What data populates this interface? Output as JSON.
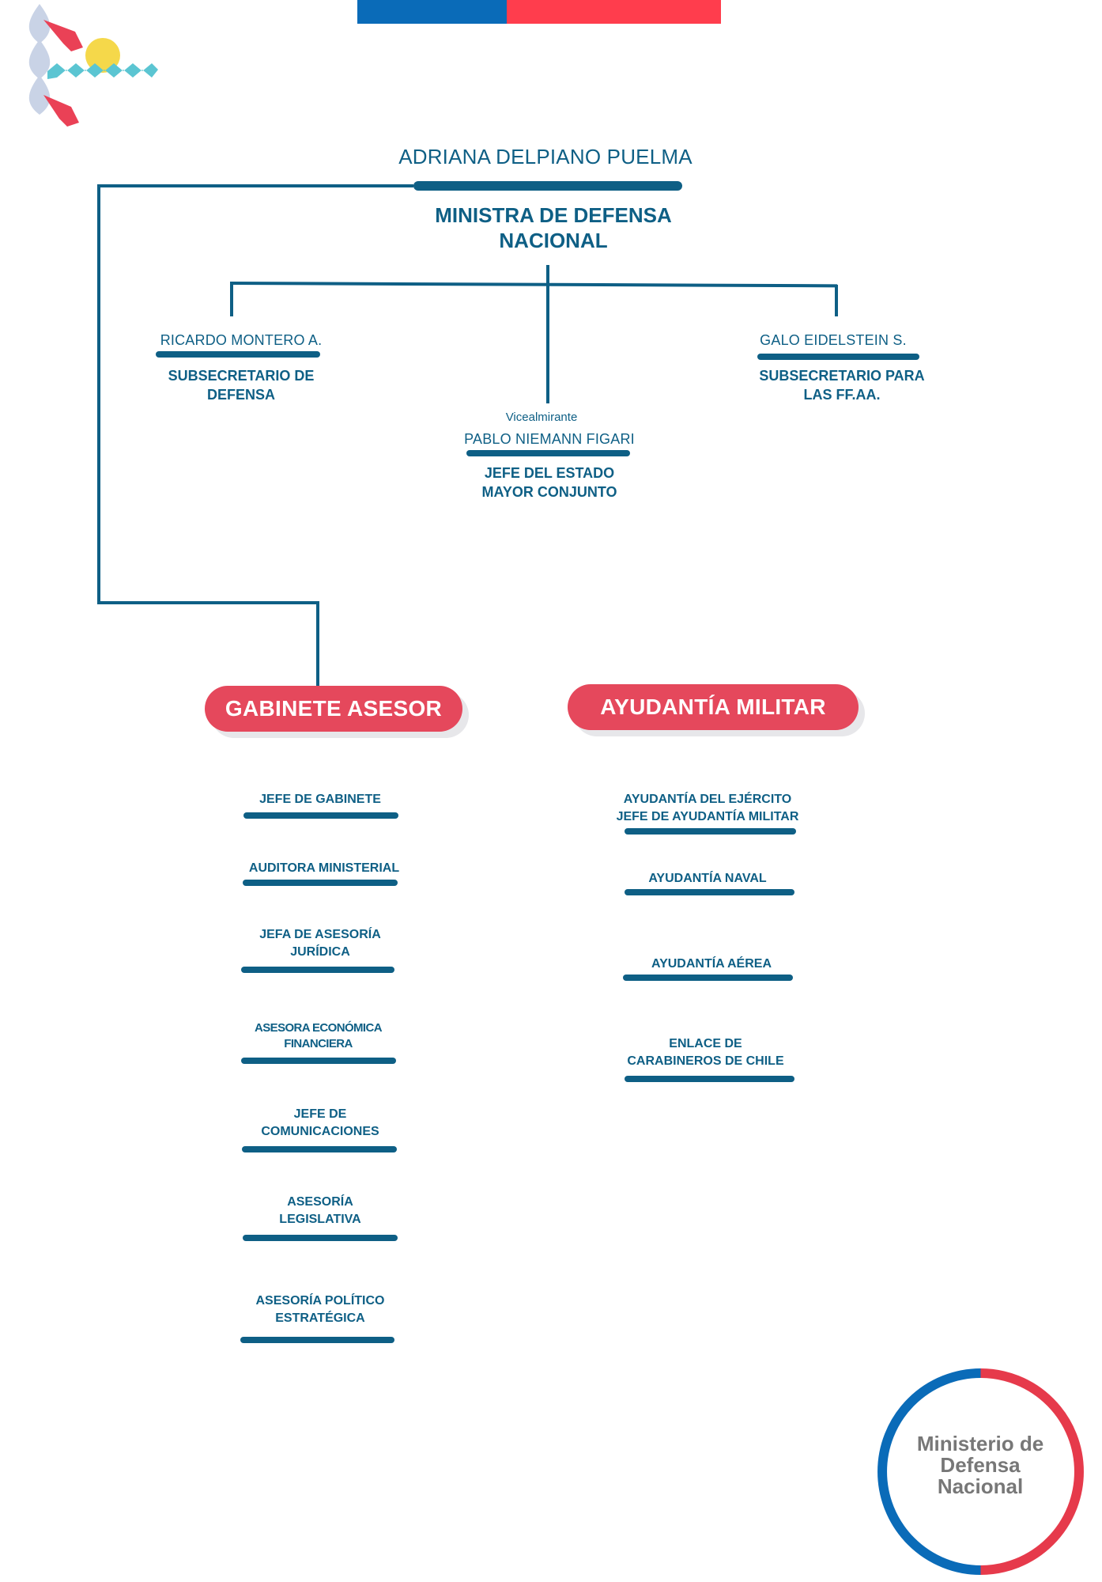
{
  "colors": {
    "accent_blue": "#0e5f85",
    "pill_red": "#e5485c",
    "flag_blue": "#0a6bb8",
    "flag_red": "#ff3d4d",
    "logo_gray": "#777777"
  },
  "minister": {
    "name": "ADRIANA DELPIANO PUELMA",
    "role_line1": "MINISTRA DE DEFENSA",
    "role_line2": "NACIONAL"
  },
  "sub_defensa": {
    "name": "RICARDO MONTERO A.",
    "role_line1": "SUBSECRETARIO DE",
    "role_line2": "DEFENSA"
  },
  "sub_ffaa": {
    "name": "GALO EIDELSTEIN S.",
    "role_line1": "SUBSECRETARIO PARA",
    "role_line2": "LAS FF.AA."
  },
  "jefe_estado_mayor": {
    "rank": "Vicealmirante",
    "name": "PABLO NIEMANN FIGARI",
    "role_line1": "JEFE DEL ESTADO",
    "role_line2": "MAYOR CONJUNTO"
  },
  "gabinete": {
    "title": "GABINETE ASESOR",
    "items": [
      {
        "line1": "JEFE DE GABINETE",
        "line2": ""
      },
      {
        "line1": "AUDITORA MINISTERIAL",
        "line2": ""
      },
      {
        "line1": "JEFA DE ASESORÍA",
        "line2": "JURÍDICA"
      },
      {
        "line1": "ASESORA ECONÓMICA",
        "line2": "FINANCIERA"
      },
      {
        "line1": "JEFE DE",
        "line2": "COMUNICACIONES"
      },
      {
        "line1": "ASESORÍA",
        "line2": "LEGISLATIVA"
      },
      {
        "line1": "ASESORÍA POLÍTICO",
        "line2": "ESTRATÉGICA"
      }
    ]
  },
  "ayudantia": {
    "title": "AYUDANTÍA MILITAR",
    "items": [
      {
        "line1": "AYUDANTÍA DEL EJÉRCITO",
        "line2": "JEFE DE AYUDANTÍA MILITAR"
      },
      {
        "line1": "AYUDANTÍA NAVAL",
        "line2": ""
      },
      {
        "line1": "AYUDANTÍA AÉREA",
        "line2": ""
      },
      {
        "line1": "ENLACE DE",
        "line2": "CARABINEROS DE CHILE"
      }
    ]
  },
  "logo": {
    "line1": "Ministerio de",
    "line2": "Defensa",
    "line3": "Nacional"
  }
}
